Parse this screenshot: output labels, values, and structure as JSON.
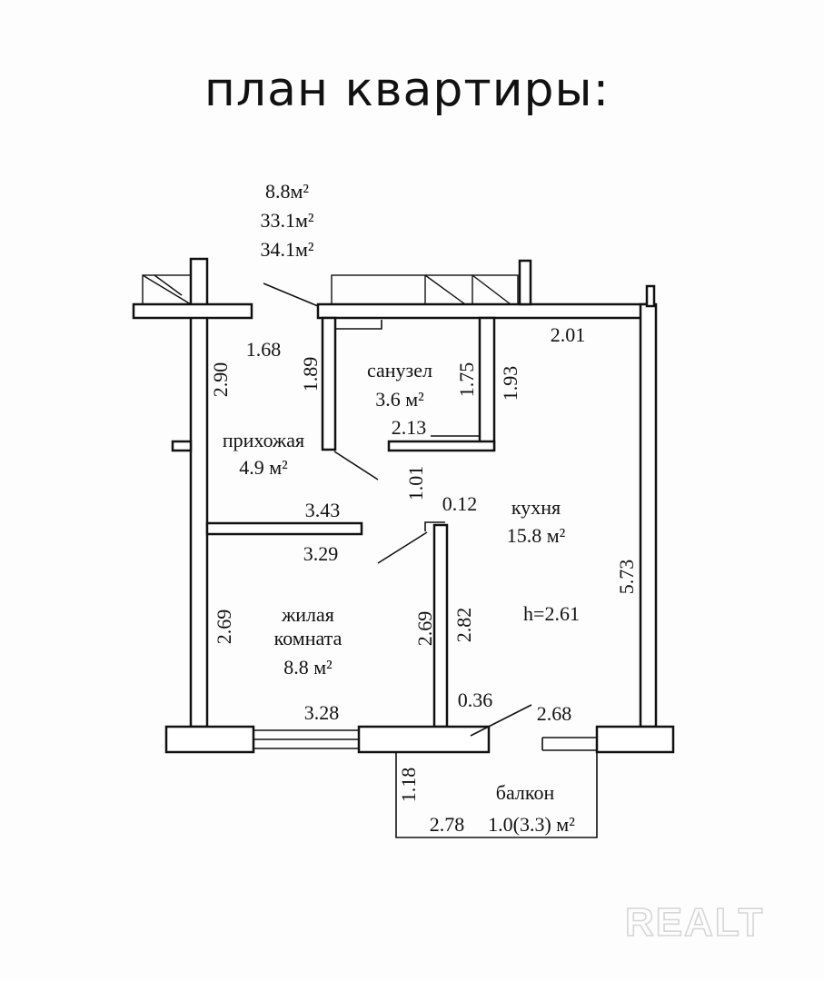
{
  "title": "план квартиры:",
  "areas": {
    "living": "8.8м²",
    "total": "33.1м²",
    "total_with_balcony": "34.1м²"
  },
  "rooms": {
    "bathroom": {
      "name": "санузел",
      "area": "3.6 м²"
    },
    "hallway": {
      "name": "прихожая",
      "area": "4.9 м²"
    },
    "kitchen": {
      "name": "кухня",
      "area": "15.8 м²",
      "height": "h=2.61"
    },
    "living": {
      "name_line1": "жилая",
      "name_line2": "комната",
      "area": "8.8 м²"
    },
    "balcony": {
      "name": "балкон",
      "area": "1.0(3.3) м²"
    }
  },
  "dimensions": {
    "d_1_68": "1.68",
    "d_2_90": "2.90",
    "d_1_89": "1.89",
    "d_1_75": "1.75",
    "d_1_93": "1.93",
    "d_2_01": "2.01",
    "d_2_13": "2.13",
    "d_1_01": "1.01",
    "d_0_12": "0.12",
    "d_3_43": "3.43",
    "d_3_29": "3.29",
    "d_5_73": "5.73",
    "d_2_69_left": "2.69",
    "d_2_69_mid": "2.69",
    "d_2_82": "2.82",
    "d_0_36": "0.36",
    "d_3_28": "3.28",
    "d_2_68": "2.68",
    "d_1_18": "1.18",
    "d_2_78": "2.78"
  },
  "watermark": "REALT"
}
